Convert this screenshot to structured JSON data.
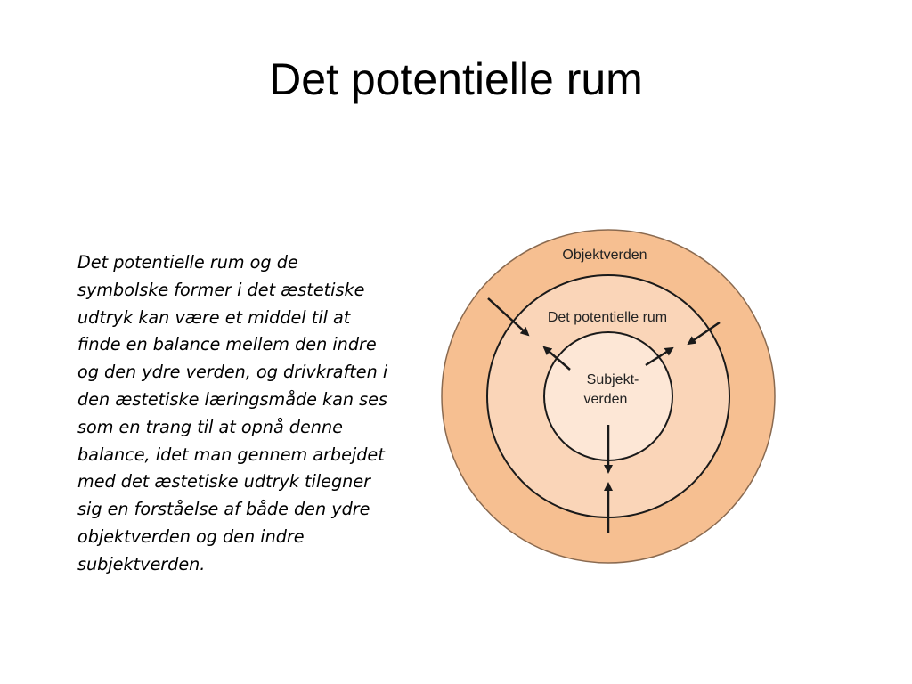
{
  "slide": {
    "title": "Det potentielle rum",
    "body": "Det potentielle rum og de\nsymbolske former i det æstetiske\nudtryk kan være et middel til at\nfinde en balance mellem den indre\nog den ydre verden, og drivkraften i\nden æstetiske læringsmåde kan ses\nsom en trang til at opnå denne\nbalance, idet man gennem arbejdet\nmed det æstetiske udtryk tilegner\nsig en forståelse af både den ydre\nobjektverden og den indre\nsubjektverden."
  },
  "diagram": {
    "outer_label": "Objektverden",
    "middle_label": "Det potentielle rum",
    "inner_label_line1": "Subjekt-",
    "inner_label_line2": "verden",
    "colors": {
      "outer": "#f6bf91",
      "middle": "#fad5b8",
      "inner": "#fde7d6",
      "stroke": "#1a1a1a"
    }
  }
}
